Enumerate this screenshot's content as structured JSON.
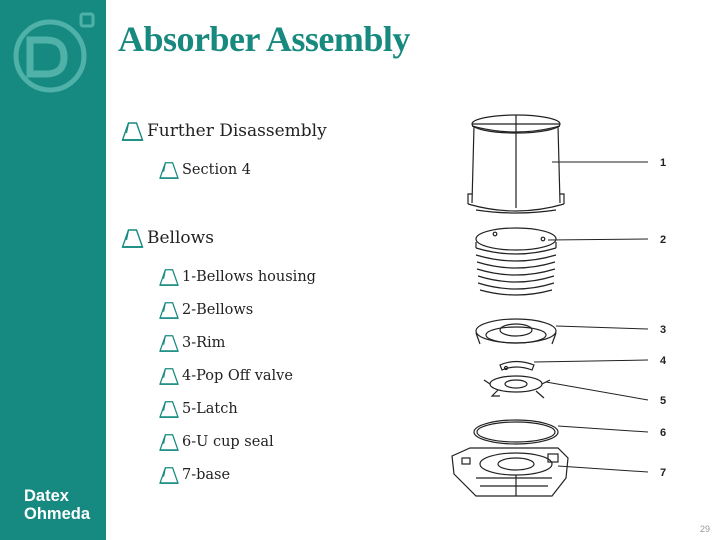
{
  "sidebar": {
    "brand_line1": "Datex",
    "brand_line2": "Ohmeda"
  },
  "slide": {
    "title": "Absorber Assembly",
    "bullets": [
      {
        "text": "Further  Disassembly",
        "level": 1
      },
      {
        "text": "Section  4",
        "level": 2
      },
      {
        "text": "Bellows",
        "level": 1
      },
      {
        "text": "1-Bellows housing",
        "level": 2
      },
      {
        "text": "2-Bellows",
        "level": 2
      },
      {
        "text": "3-Rim",
        "level": 2
      },
      {
        "text": "4-Pop  Off  valve",
        "level": 2
      },
      {
        "text": "5-Latch",
        "level": 2
      },
      {
        "text": "6-U  cup  seal",
        "level": 2
      },
      {
        "text": "7-base",
        "level": 2
      }
    ],
    "page_number": "29"
  },
  "diagram": {
    "part_numbers": [
      "1",
      "2",
      "3",
      "4",
      "5",
      "6",
      "7"
    ]
  },
  "colors": {
    "sidebar": "#168a80",
    "title": "#17897f",
    "bullet_icon": "#168a80"
  }
}
